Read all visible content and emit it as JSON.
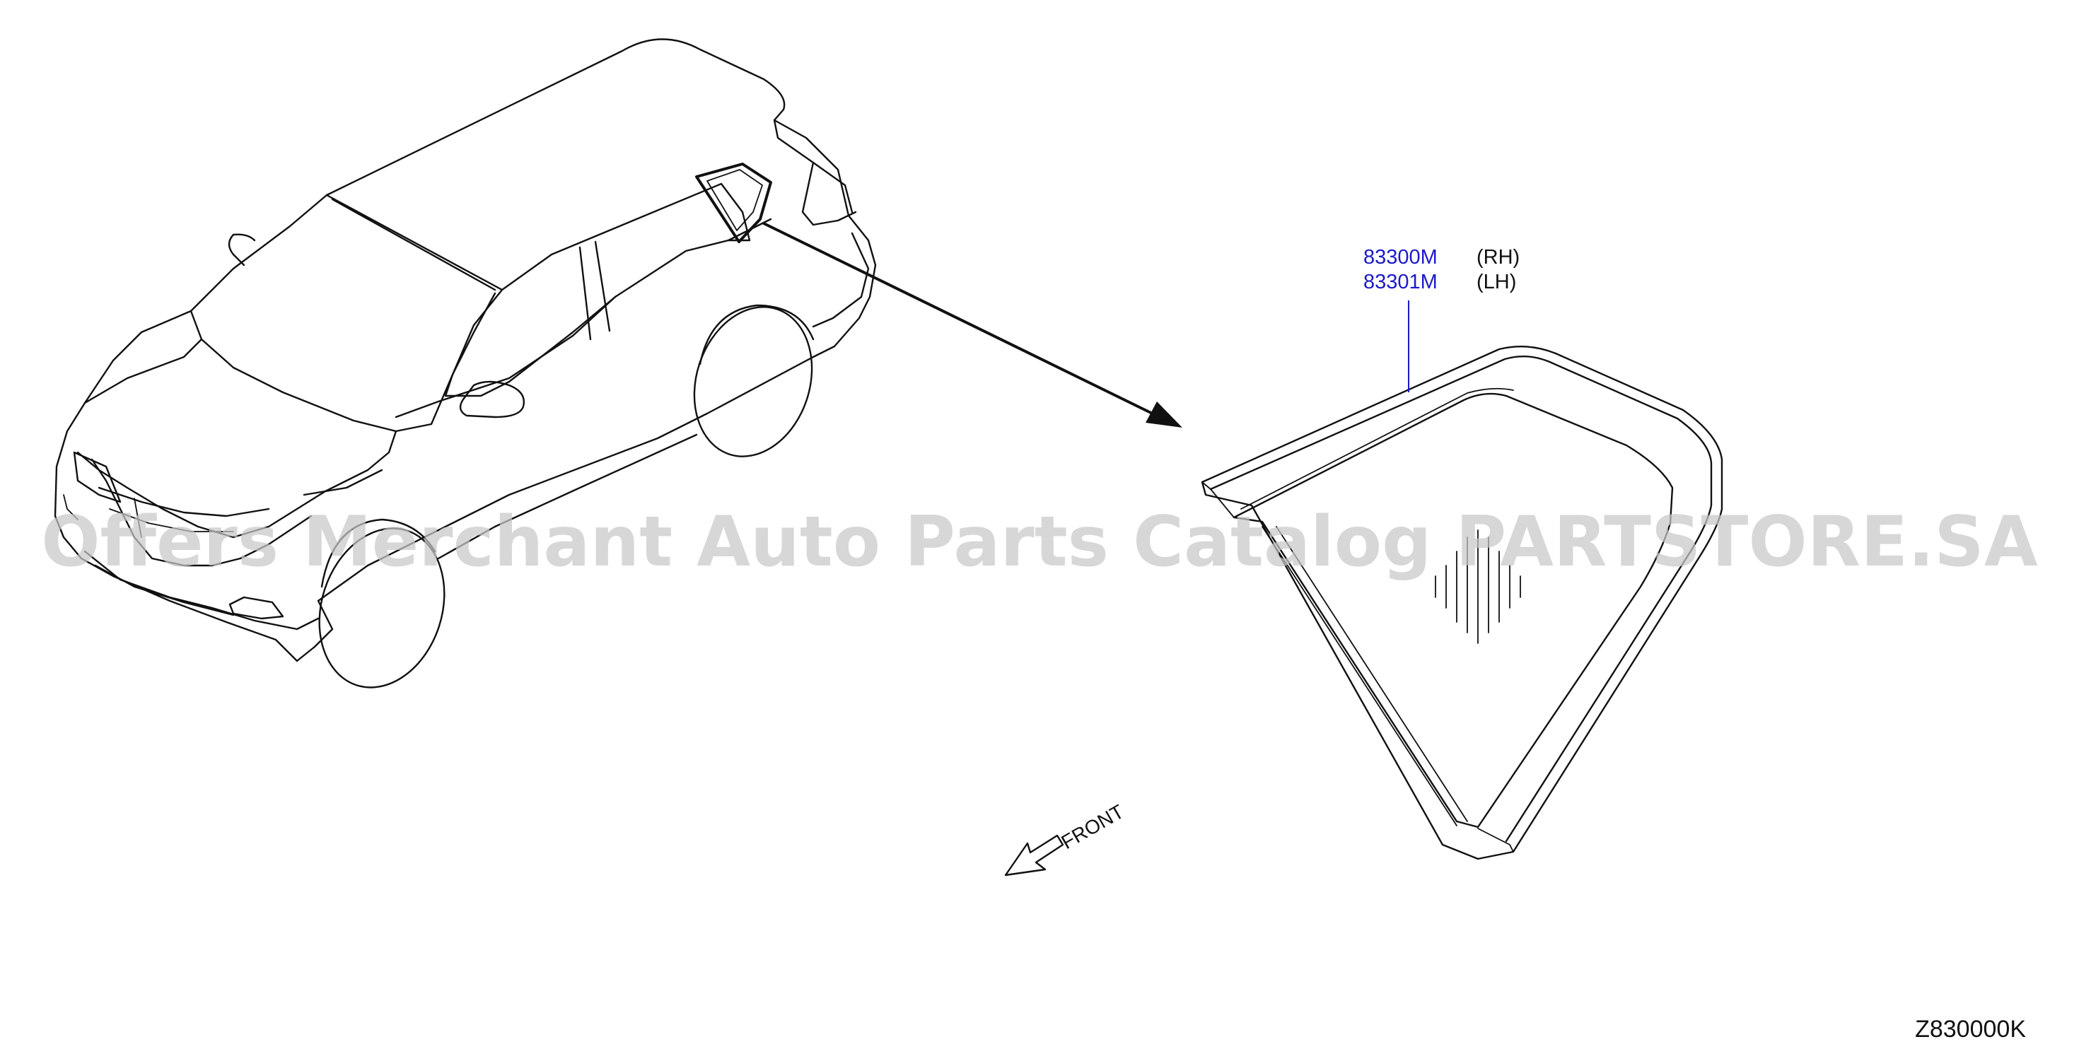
{
  "parts": [
    {
      "number": "83300M",
      "side": "(RH)"
    },
    {
      "number": "83301M",
      "side": "(LH)"
    }
  ],
  "direction_label": "FRONT",
  "diagram_code": "Z830000K",
  "watermark": "Offers Merchant Auto Parts Catalog PARTSTORE.SA",
  "colors": {
    "part_number": "#1a1acc",
    "line": "#111111",
    "watermark": "#c8c8c8"
  }
}
